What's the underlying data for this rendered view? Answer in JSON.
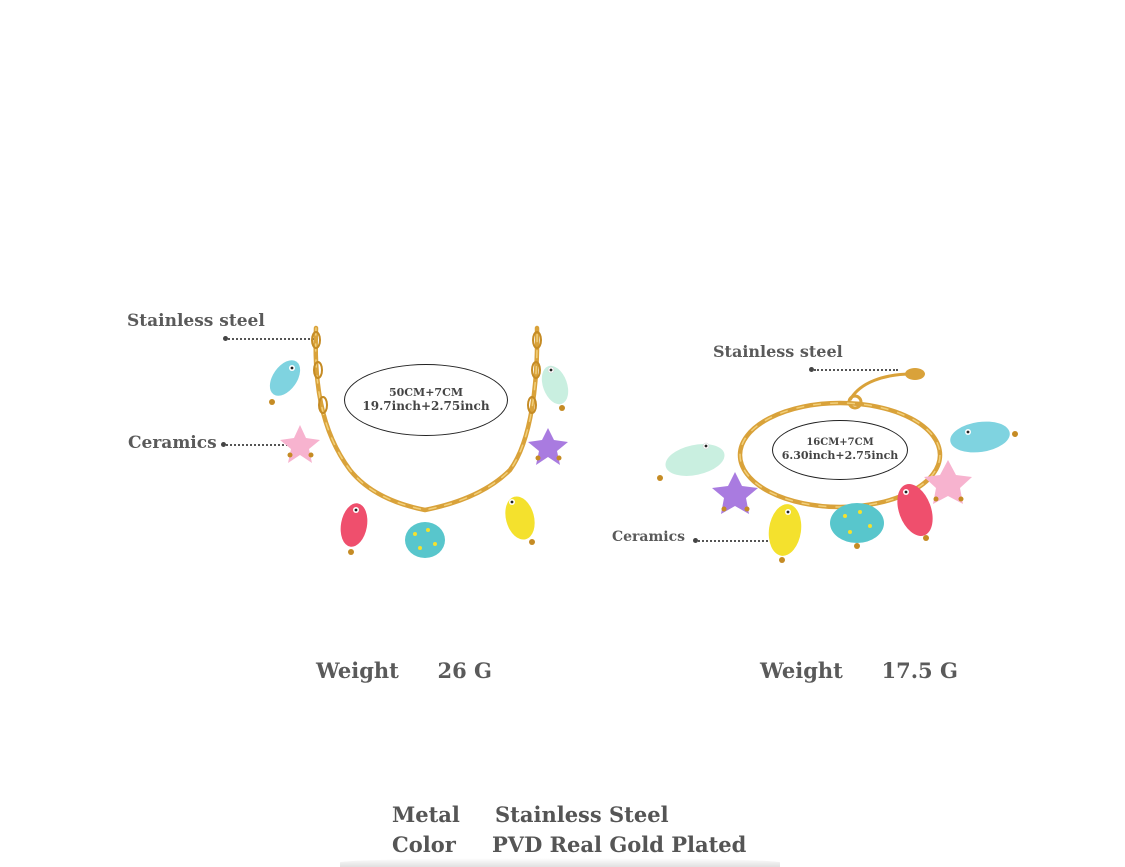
{
  "necklace": {
    "label_steel": "Stainless steel",
    "label_ceramics": "Ceramics",
    "size_line1": "50CM+7CM",
    "size_line2": "19.7inch+2.75inch",
    "weight_label": "Weight",
    "weight_value": "26 G"
  },
  "bracelet": {
    "label_steel": "Stainless steel",
    "label_ceramics": "Ceramics",
    "size_line1": "16CM+7CM",
    "size_line2": "6.30inch+2.75inch",
    "weight_label": "Weight",
    "weight_value": "17.5 G"
  },
  "specs": {
    "metal_label": "Metal",
    "metal_value": "Stainless Steel",
    "color_label": "Color",
    "color_value": "PVD Real Gold Plated"
  },
  "colors": {
    "gold": "#d9a23a",
    "light_blue": "#7fd3e0",
    "pink": "#f7b3cf",
    "red": "#ef4f6d",
    "teal": "#58c6cc",
    "yellow": "#f4e12d",
    "mint": "#c9efe0",
    "purple": "#a97be0"
  }
}
